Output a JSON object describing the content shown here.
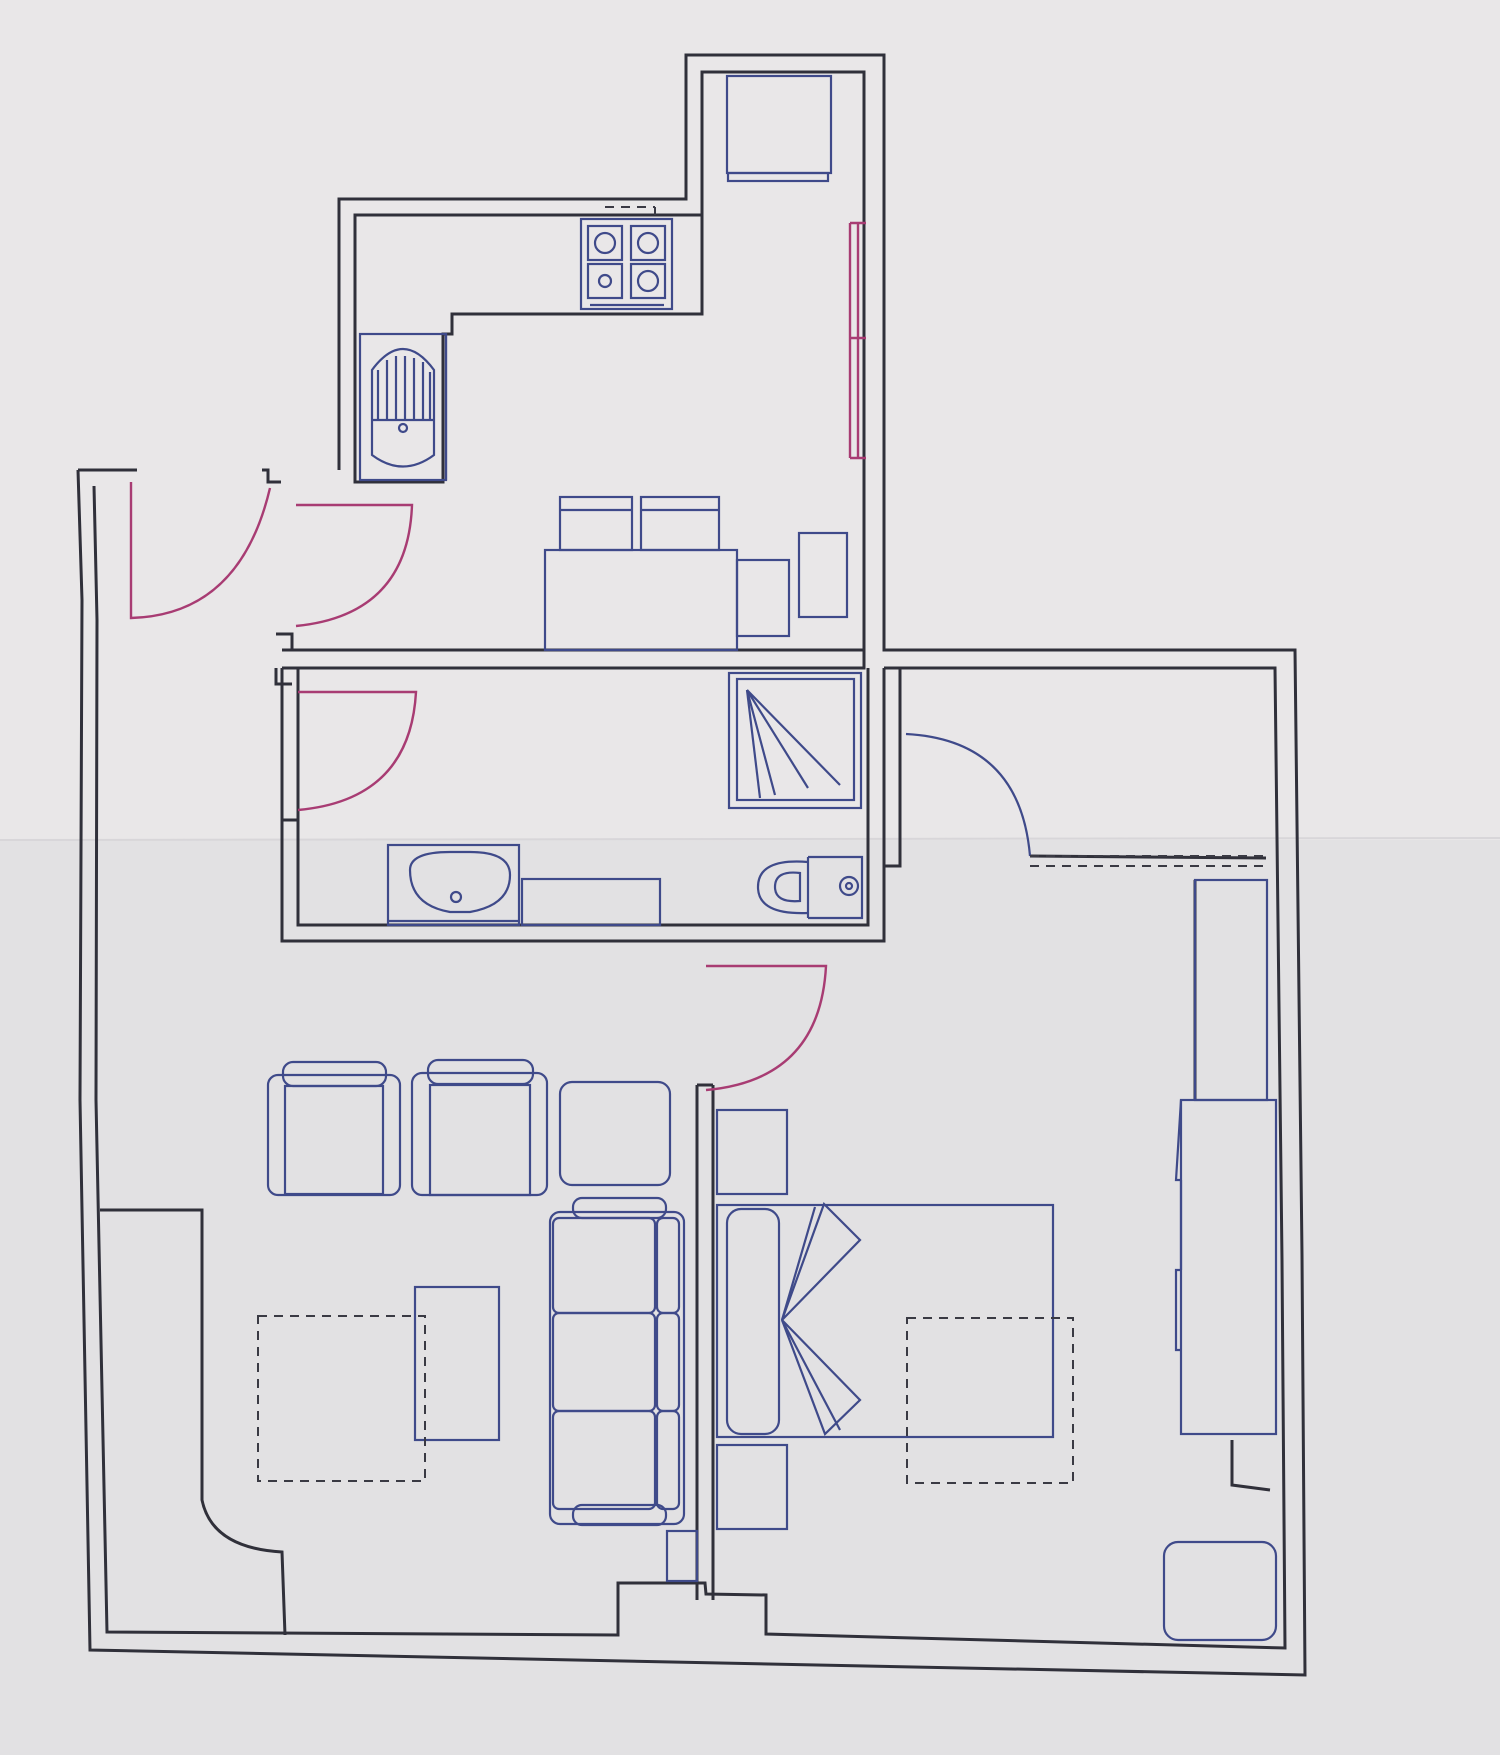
{
  "colors": {
    "paper": "#e9e7e8",
    "fold": "#d8d6d9",
    "wall": "#30303a",
    "furniture": "#3f4a8a",
    "door": "#a83c73",
    "dashed": "#3a3a44"
  },
  "rooms": [
    "entrance-hall",
    "kitchen",
    "bathroom",
    "living-room",
    "bedroom"
  ],
  "fixtures": [
    "fridge",
    "gas-hob",
    "kitchen-sink",
    "dining-table",
    "dining-chair",
    "shower-tray",
    "toilet",
    "washbasin",
    "armchair",
    "sofa",
    "coffee-table",
    "double-bed",
    "bedside-table",
    "wardrobe",
    "armoire",
    "corner-unit",
    "radiator"
  ],
  "icons": [
    "door-swing-icon",
    "window-icon",
    "pillow-icon",
    "rug-icon"
  ]
}
